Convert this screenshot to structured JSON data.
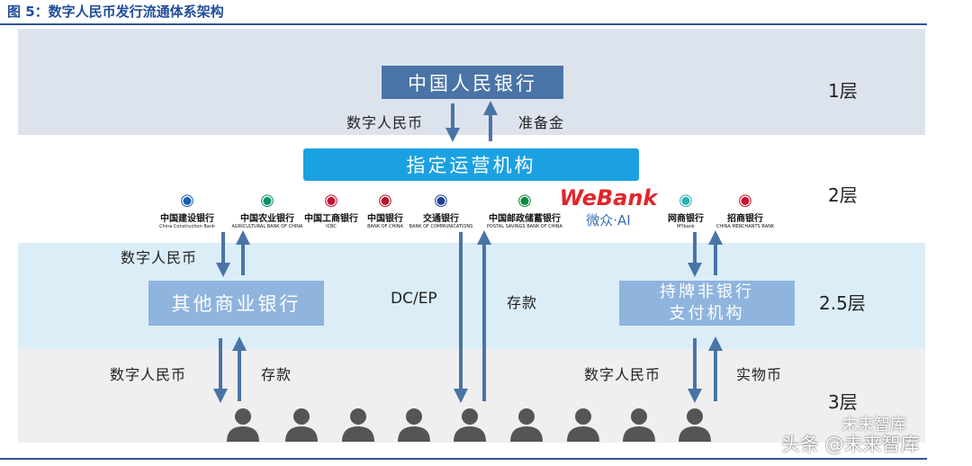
{
  "title": "图 5：数字人民币发行流通体系架构",
  "pboc": "中国人民银行",
  "designated": "指定运营机构",
  "other_banks": "其他商业银行",
  "nonbank": "持牌非银行\n支付机构",
  "nonbank_l1": "持牌非银行",
  "nonbank_l2": "支付机构",
  "labels": {
    "dcny1": "数字人民币",
    "reserve": "准备金",
    "dcny2": "数字人民币",
    "dcep": "DC/EP",
    "deposit1": "存款",
    "dcny3": "数字人民币",
    "deposit2": "存款",
    "dcny4": "数字人民币",
    "cash": "实物币"
  },
  "layers": [
    "1层",
    "2层",
    "2.5层",
    "3层"
  ],
  "banks": [
    {
      "name": "中国建设银行",
      "sub": "China Construction Bank",
      "color": "#1a5fb4"
    },
    {
      "name": "中国农业银行",
      "sub": "AGRICULTURAL BANK OF CHINA",
      "color": "#0a8f6a"
    },
    {
      "name": "中国工商银行",
      "sub": "ICBC",
      "color": "#c8102e"
    },
    {
      "name": "中国银行",
      "sub": "BANK OF CHINA",
      "color": "#b0162a"
    },
    {
      "name": "交通银行",
      "sub": "BANK OF COMMUNICATIONS",
      "color": "#1c3f94"
    },
    {
      "name": "中国邮政储蓄银行",
      "sub": "POSTAL SAVINGS BANK OF CHINA",
      "color": "#0a8a3a"
    },
    {
      "name": "微众·AI",
      "sub": "WeBank",
      "color": "#e0262b"
    },
    {
      "name": "网商银行",
      "sub": "MYbank",
      "color": "#2bb3b0"
    },
    {
      "name": "招商银行",
      "sub": "CHINA MERCHANTS BANK",
      "color": "#c8102e"
    }
  ],
  "watermark": {
    "line1": "未来智库",
    "line2": "头条 @未来智库"
  },
  "colors": {
    "pboc": "#4a74a7",
    "designated": "#1ba1e2",
    "secondary": "#8fb4de",
    "arrow": "#4a74a7"
  }
}
